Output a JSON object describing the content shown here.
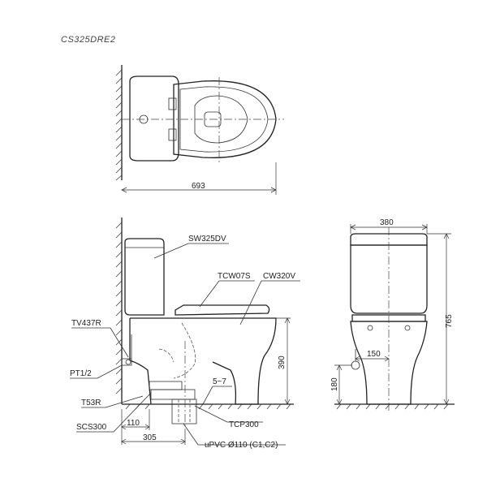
{
  "title": "CS325DRE2",
  "top_view": {
    "dim_width": "693"
  },
  "side_view": {
    "labels": {
      "cistern": "SW325DV",
      "seat_cover": "TCW07S",
      "bowl": "CW320V",
      "valve": "TV437R",
      "thread": "PT1/2",
      "bracket": "T53R",
      "flange": "SCS300",
      "outlet": "TCP300",
      "pipe": "uPVC Ø110 (C1,C2)"
    },
    "dims": {
      "wall_offset": "110",
      "rough_in": "305",
      "rim_height": "390",
      "gap": "5~7"
    }
  },
  "front_view": {
    "dims": {
      "width": "380",
      "height": "765",
      "valve_offset": "150",
      "valve_height": "180"
    }
  }
}
